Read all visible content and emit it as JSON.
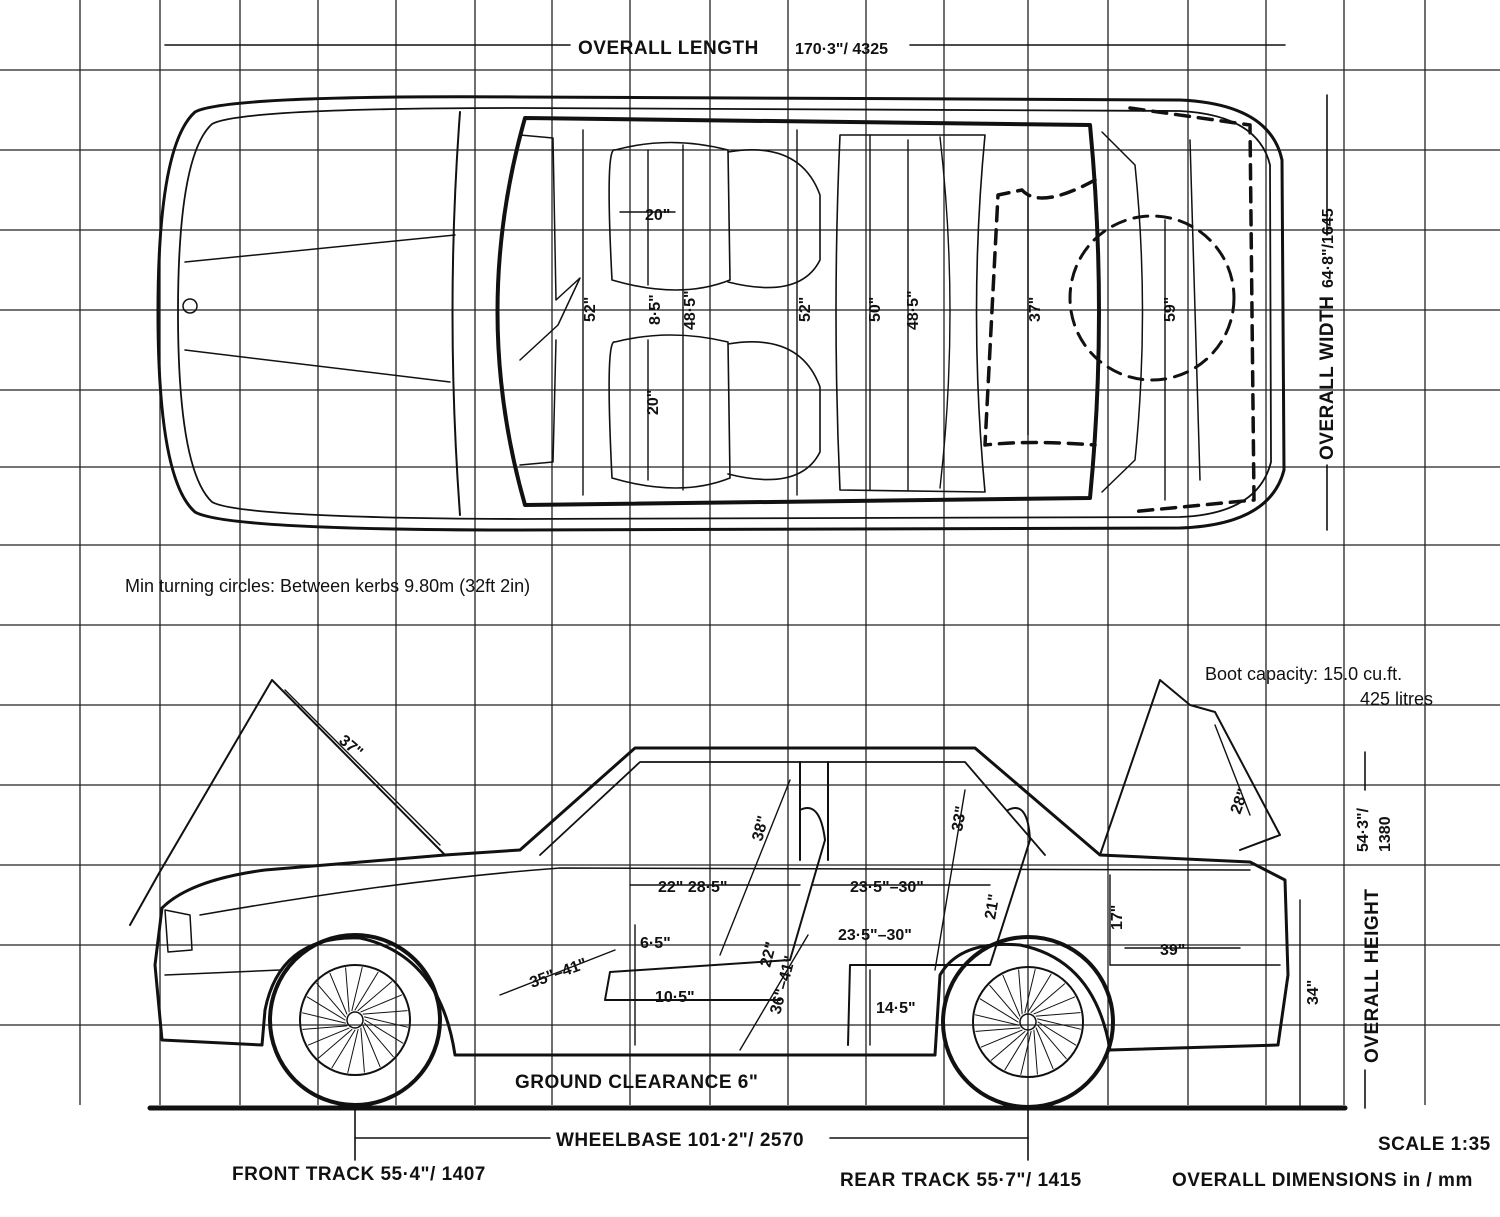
{
  "labels": {
    "overall_length": "OVERALL LENGTH",
    "overall_length_value": "170·3\"/ 4325",
    "overall_width": "OVERALL WIDTH",
    "overall_width_value": "64·8\"/1645",
    "overall_height": "OVERALL HEIGHT",
    "overall_height_in": "54·3\"/",
    "overall_height_mm": "1380",
    "turning_circle": "Min turning circles: Between kerbs 9.80m (32ft 2in)",
    "boot_capacity_line1": "Boot capacity: 15.0 cu.ft.",
    "boot_capacity_line2": "425 litres",
    "ground_clearance": "GROUND CLEARANCE 6\"",
    "wheelbase": "WHEELBASE 101·2\"/ 2570",
    "front_track": "FRONT TRACK 55·4\"/ 1407",
    "rear_track": "REAR TRACK 55·7\"/ 1415",
    "scale": "SCALE 1:35",
    "overall_dimensions": "OVERALL DIMENSIONS in / mm"
  },
  "plan_dims": {
    "front_seat_width_top": "20\"",
    "front_seat_width_bottom": "20\"",
    "front_cabin_width": "52\"",
    "front_seat_back_gap": "8·5\"",
    "front_shoulder": "48·5\"",
    "rear_cabin_width": "52\"",
    "rear_seat_width": "50\"",
    "rear_shoulder": "48·5\"",
    "boot_inner_width": "37\"",
    "boot_width": "59\""
  },
  "side_dims": {
    "bonnet": "37\"",
    "front_headroom": "38\"",
    "rear_headroom": "33\"",
    "front_legroom": "22\" 28·5\"",
    "rear_legroom": "23·5\"–30\"",
    "rear_knee": "23·5\"–30\"",
    "front_pedal": "35\"–41\"",
    "front_cushion_height": "6·5\"",
    "front_cushion_depth": "10·5\"",
    "front_backrest": "22\"",
    "front_seat_height": "36\"–41\"",
    "rear_cushion_height": "14·5\"",
    "rear_backrest": "21\"",
    "boot_height": "17\"",
    "boot_length": "39\"",
    "sill_height": "34\"",
    "boot_lid": "28\""
  }
}
